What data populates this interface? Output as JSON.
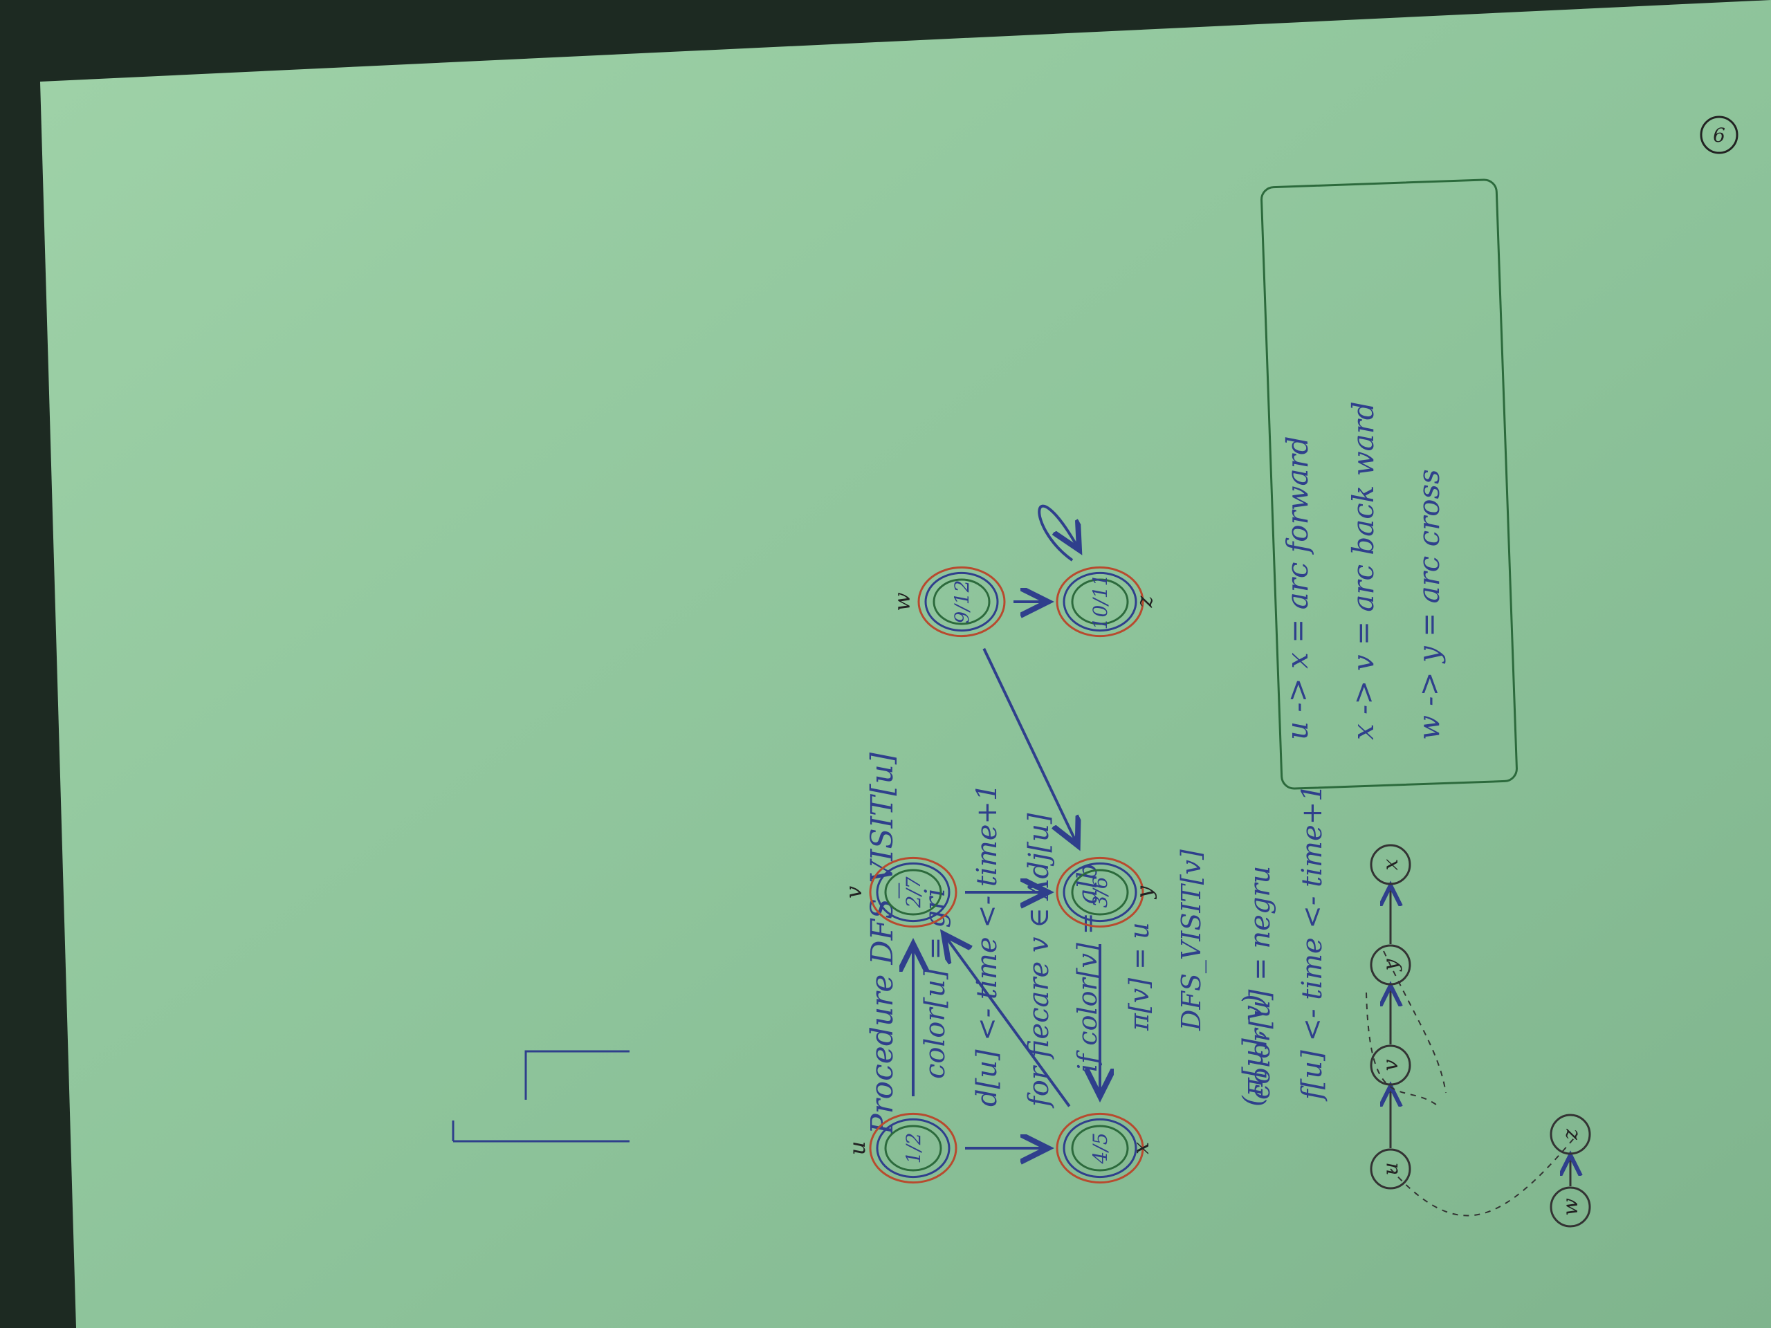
{
  "page": {
    "page_number": "6",
    "colors": {
      "paper": "#8fc39a",
      "ink_blue": "#2f3f8c",
      "ink_red": "#b84a2e",
      "ink_green": "#2c6a3c"
    }
  },
  "pseudocode": {
    "lines": [
      "Procedure DFS_VISIT[u]",
      "color[u] = gri",
      "d[u] <- time <- time+1",
      "for fiecare v ∈ Adj[u]",
      "if color[v] = alb",
      "π[v] = u",
      "DFS_VISIT[v]",
      "color[u] = negru",
      "f[u] <- time <- time+1"
    ]
  },
  "graph": {
    "nodes": [
      {
        "id": "u",
        "label": "u",
        "times": "1/2"
      },
      {
        "id": "v",
        "label": "v",
        "times": "2/7"
      },
      {
        "id": "w",
        "label": "w",
        "times": "9/12"
      },
      {
        "id": "x",
        "label": "x",
        "times": "4/5"
      },
      {
        "id": "y",
        "label": "y",
        "times": "3/6"
      },
      {
        "id": "z",
        "label": "z",
        "times": "10/11"
      }
    ],
    "edges": [
      {
        "from": "u",
        "to": "v"
      },
      {
        "from": "u",
        "to": "x"
      },
      {
        "from": "x",
        "to": "v"
      },
      {
        "from": "v",
        "to": "y"
      },
      {
        "from": "y",
        "to": "x"
      },
      {
        "from": "w",
        "to": "y"
      },
      {
        "from": "w",
        "to": "z"
      },
      {
        "from": "z",
        "to": "z"
      }
    ]
  },
  "forest": {
    "caption": "(π[u], v)",
    "nodes": [
      "u",
      "v",
      "y",
      "x",
      "w",
      "z"
    ]
  },
  "edge_types": [
    "u -> x = arc forward",
    "x -> v = arc back ward",
    "w -> y = arc cross"
  ]
}
